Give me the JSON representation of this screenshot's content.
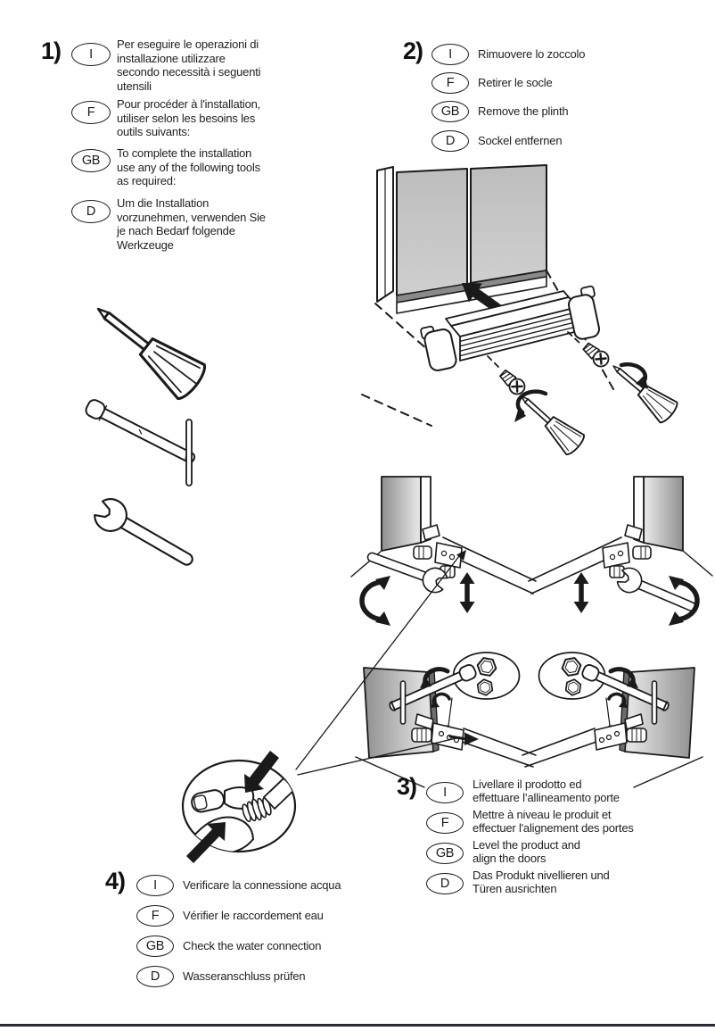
{
  "page": {
    "background": "#ffffff",
    "ink": "#1a1a1a",
    "door_gray": "#c9c9c9",
    "panel_dark": "#8f8f8f",
    "bottom_rule_color": "#262b33"
  },
  "sections": {
    "s1": {
      "number": "1)",
      "rows": [
        {
          "lang": "I",
          "text": "Per eseguire le operazioni di\ninstallazione utilizzare\nsecondo necessità i seguenti\nutensili"
        },
        {
          "lang": "F",
          "text": "Pour procéder à l'installation,\nutiliser selon les besoins les\noutils suivants:"
        },
        {
          "lang": "GB",
          "text": "To complete the installation\nuse any of the following tools\nas required:"
        },
        {
          "lang": "D",
          "text": "Um die Installation\nvorzunehmen, verwenden Sie\nje nach Bedarf folgende\nWerkzeuge"
        }
      ]
    },
    "s2": {
      "number": "2)",
      "rows": [
        {
          "lang": "I",
          "text": "Rimuovere lo zoccolo"
        },
        {
          "lang": "F",
          "text": "Retirer le socle"
        },
        {
          "lang": "GB",
          "text": "Remove the plinth"
        },
        {
          "lang": "D",
          "text": "Sockel entfernen"
        }
      ]
    },
    "s3": {
      "number": "3)",
      "rows": [
        {
          "lang": "I",
          "text": "Livellare il prodotto ed\neffettuare l’allineamento porte"
        },
        {
          "lang": "F",
          "text": "Mettre à niveau le produit et\neffectuer l'alignement des portes"
        },
        {
          "lang": "GB",
          "text": "Level the product and\nalign the doors"
        },
        {
          "lang": "D",
          "text": "Das Produkt nivellieren und\nTüren ausrichten"
        }
      ]
    },
    "s4": {
      "number": "4)",
      "rows": [
        {
          "lang": "I",
          "text": "Verificare la connessione acqua"
        },
        {
          "lang": "F",
          "text": "Vérifier le raccordement eau"
        },
        {
          "lang": "GB",
          "text": "Check the water connection"
        },
        {
          "lang": "D",
          "text": "Wasseranschluss prüfen"
        }
      ]
    }
  },
  "illustrations": {
    "tools": [
      "phillips-screwdriver-icon",
      "socket-t-wrench-icon",
      "open-end-wrench-icon"
    ],
    "step2": "plinth-removal-diagram",
    "step3_top": "leveling-feet-wrench-diagram",
    "step3_bottom": "door-alignment-nut-diagram",
    "step4": "water-connection-detail"
  }
}
